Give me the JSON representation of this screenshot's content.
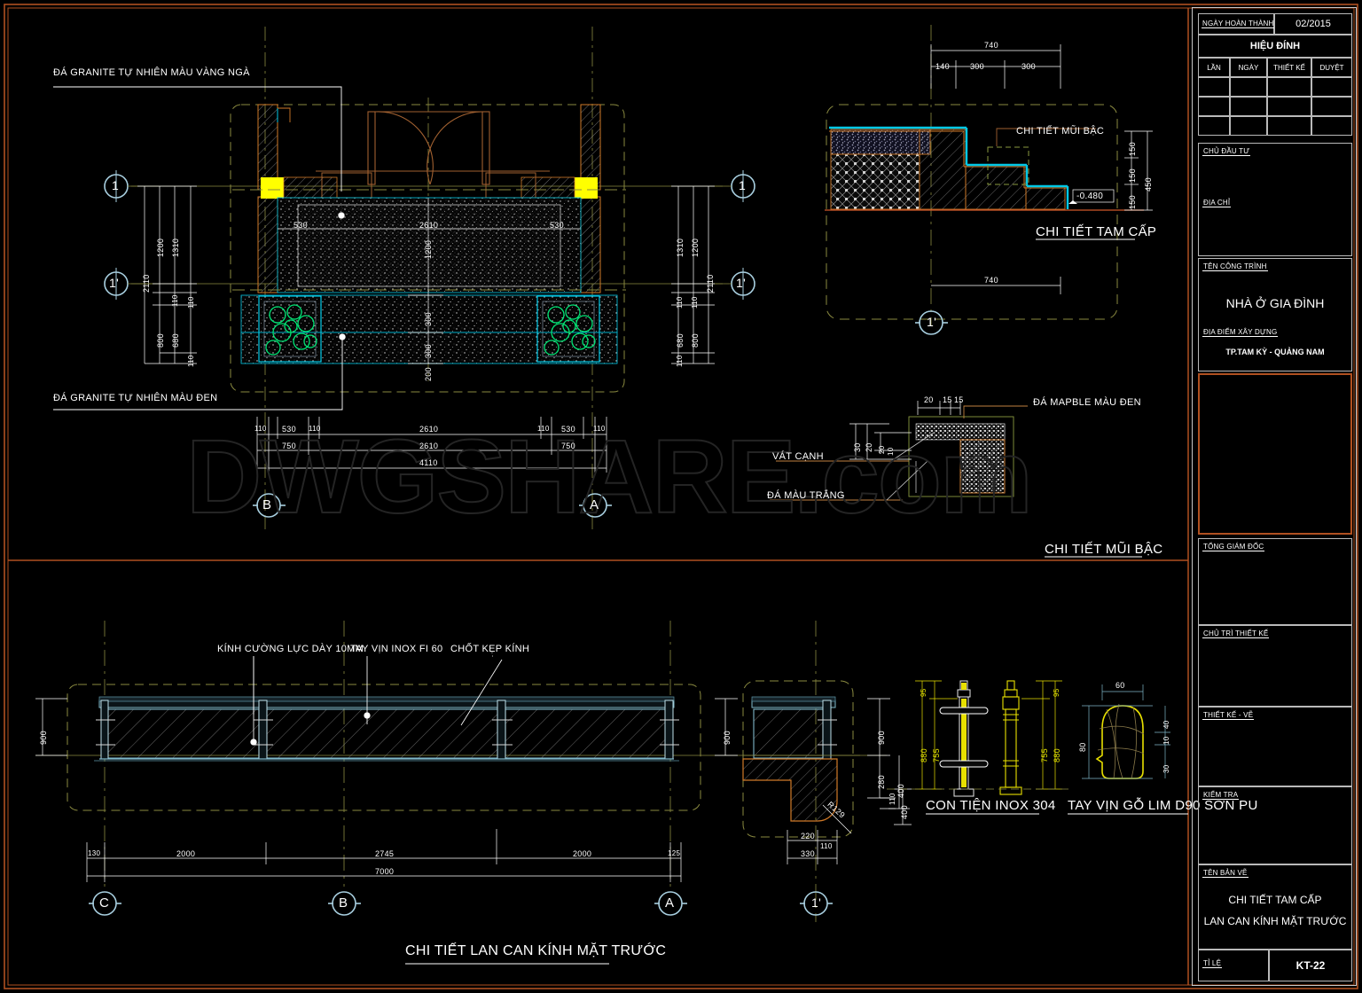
{
  "sheet": {
    "background": "#000000",
    "border_color": "#b05020",
    "watermark": "DWGSHARE.com"
  },
  "titleblock": {
    "completion_date_label": "NGÀY HOÀN THÀNH",
    "completion_date_value": "02/2015",
    "revision_header": "HIỆU ĐÍNH",
    "revision_columns": [
      "LẦN",
      "NGÀY",
      "THIẾT KẾ",
      "DUYỆT"
    ],
    "revision_rows": [
      [
        "",
        "",
        "",
        ""
      ],
      [
        "",
        "",
        "",
        ""
      ],
      [
        "",
        "",
        "",
        ""
      ]
    ],
    "investor_label": "CHỦ ĐẦU TƯ",
    "investor_value": "",
    "address_label": "ĐỊA CHỈ",
    "address_value": "",
    "project_name_label": "TÊN CÔNG TRÌNH",
    "project_name_value": "NHÀ Ở GIA ĐÌNH",
    "site_label": "ĐỊA ĐIỂM XÂY DỰNG",
    "site_value": "TP.TAM KỲ - QUẢNG NAM",
    "director_label": "TỔNG GIÁM ĐỐC",
    "chief_designer_label": "CHỦ TRÌ THIẾT KẾ",
    "designer_label": "THIẾT KẾ - VẼ",
    "checker_label": "KIỂM TRA",
    "drawing_name_label": "TÊN BẢN VẼ",
    "drawing_name_line1": "CHI TIẾT TAM CẤP",
    "drawing_name_line2": "LAN CAN KÍNH MẶT TRƯỚC",
    "scale_label": "TỈ LỆ",
    "scale_value": "",
    "sheet_number": "KT-22"
  },
  "views": {
    "plan": {
      "notes": [
        "ĐÁ GRANITE TỰ NHIÊN MÀU VÀNG NGÀ",
        "ĐÁ GRANITE TỰ NHIÊN MÀU ĐEN"
      ],
      "grid_bubbles_left": [
        "1",
        "1'"
      ],
      "grid_bubbles_right": [
        "1",
        "1'"
      ],
      "grid_bubbles_bottom": [
        "B",
        "A"
      ],
      "vert_dims_left": [
        "1200",
        "1310",
        "2110",
        "110",
        "110",
        "800",
        "680",
        "110"
      ],
      "vert_dims_right": [
        "1310",
        "1200",
        "2110",
        "110",
        "110",
        "680",
        "800",
        "110"
      ],
      "inner_dims": [
        "530",
        "2610",
        "530",
        "1200",
        "300",
        "300",
        "200"
      ],
      "bottom_dims_row1": [
        "110",
        "530",
        "110",
        "2610",
        "110",
        "530",
        "110"
      ],
      "bottom_dims_row2": [
        "750",
        "2610",
        "750"
      ],
      "bottom_dims_row3": [
        "4110"
      ]
    },
    "step_detail": {
      "title": "CHI TIẾT TAM CẤP",
      "callout": "CHI TIẾT MŨI BẬC",
      "level_tag": "-0.480",
      "top_dims": [
        "740",
        "140",
        "300",
        "300"
      ],
      "bottom_dims": [
        "740"
      ],
      "right_dims": [
        "150",
        "150",
        "150",
        "450"
      ],
      "bubble": "1'"
    },
    "nosing_detail": {
      "title": "CHI TIẾT MŨI BẬC",
      "notes_right": [
        "ĐÁ MAPBLE MÀU ĐEN"
      ],
      "notes_left": [
        "VÁT CẠNH",
        "ĐÁ MÀU TRẮNG"
      ],
      "top_dims": [
        "20",
        "15",
        "15"
      ],
      "left_dims": [
        "30",
        "20",
        "20",
        "10"
      ]
    },
    "railing_elevation": {
      "title": "CHI TIẾT LAN CAN KÍNH MẶT TRƯỚC",
      "notes": [
        "KÍNH CƯỜNG LỰC DÀY 10MM",
        "TAY VỊN INOX FI 60",
        "CHỐT KẸP KÍNH"
      ],
      "height_dim_left": "900",
      "height_dim_right": "900",
      "bottom_dims": [
        "130",
        "2000",
        "2745",
        "2000",
        "125"
      ],
      "total_dim": "7000",
      "grid_bubbles_bottom": [
        "C",
        "B",
        "A"
      ]
    },
    "railing_section": {
      "bubble": "1'",
      "dims_right": [
        "900",
        "280",
        "110",
        "400"
      ],
      "dims_bottom": [
        "220",
        "110",
        "330"
      ],
      "radius": "R129"
    },
    "post_detail": {
      "title": "CON TIỆN INOX 304",
      "dims_left": [
        "95",
        "755",
        "880"
      ],
      "dims_right": [
        "95",
        "755",
        "880"
      ],
      "dims_extra": [
        "400"
      ]
    },
    "handrail_detail": {
      "title": "TAY VỊN GỖ LIM D90 SƠN PU",
      "dims": [
        "60",
        "80",
        "40",
        "10",
        "30"
      ]
    }
  },
  "colors": {
    "white": "#ffffff",
    "cyan": "#00c8e6",
    "yellow": "#ffff00",
    "green": "#00e676",
    "orange": "#d07a28",
    "brown": "#a06030",
    "grey": "#9a9a9a",
    "olive": "#8a8a40",
    "border": "#b05020"
  }
}
